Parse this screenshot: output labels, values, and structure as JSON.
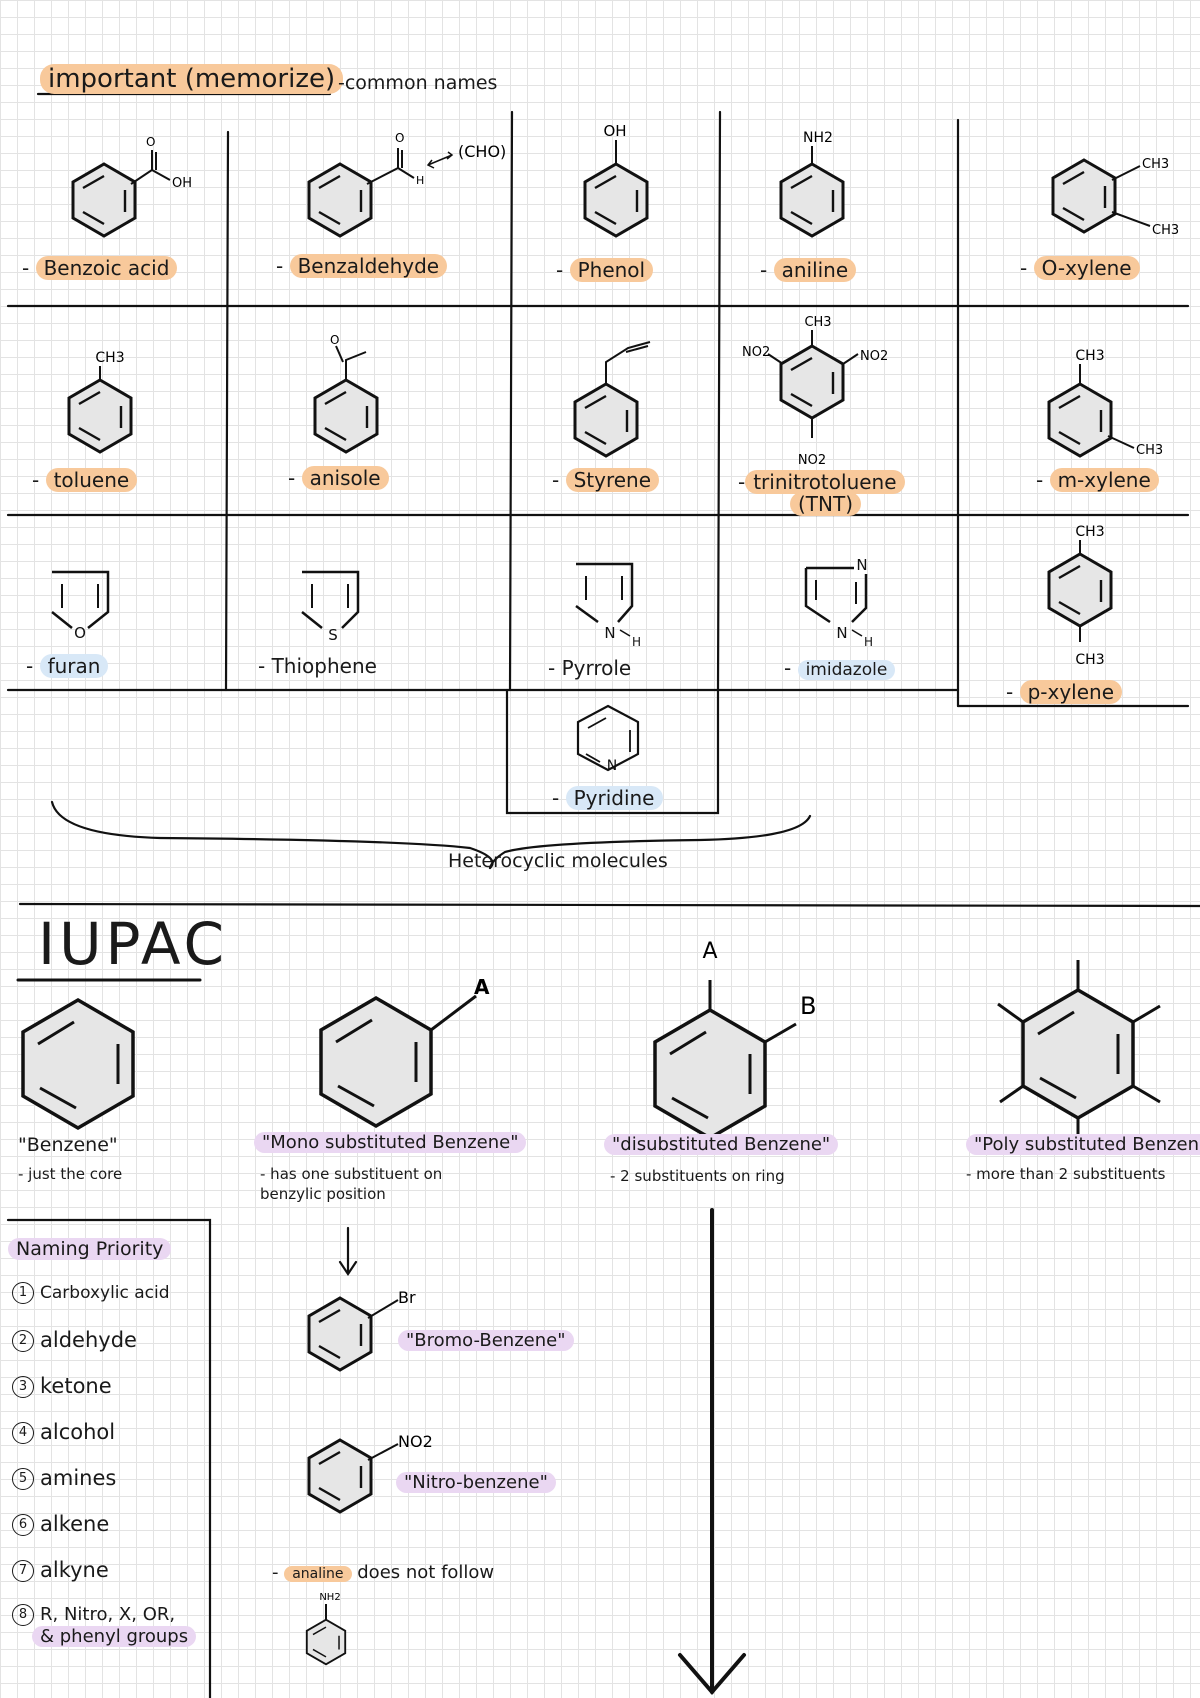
{
  "header": {
    "title": "important (memorize)",
    "subtitle": "-common names"
  },
  "common": [
    {
      "name": "Benzoic acid",
      "hl": "o",
      "labels": [
        "O",
        "OH"
      ]
    },
    {
      "name": "Benzaldehyde",
      "hl": "o",
      "labels": [
        "O",
        "H",
        "(CHO)"
      ]
    },
    {
      "name": "Phenol",
      "hl": "o",
      "labels": [
        "OH"
      ]
    },
    {
      "name": "aniline",
      "hl": "o",
      "labels": [
        "NH2"
      ]
    },
    {
      "name": "O-xylene",
      "hl": "o",
      "labels": [
        "CH3",
        "CH3"
      ]
    },
    {
      "name": "toluene",
      "hl": "o",
      "labels": [
        "CH3"
      ]
    },
    {
      "name": "anisole",
      "hl": "o",
      "labels": [
        "O"
      ]
    },
    {
      "name": "Styrene",
      "hl": "o",
      "labels": []
    },
    {
      "name": "trinitrotoluene",
      "extra": "(TNT)",
      "hl": "o",
      "labels": [
        "CH3",
        "NO2",
        "NO2",
        "NO2"
      ]
    },
    {
      "name": "m-xylene",
      "hl": "o",
      "labels": [
        "CH3",
        "CH3"
      ]
    },
    {
      "name": "furan",
      "hl": "b",
      "labels": [
        "O"
      ]
    },
    {
      "name": "Thiophene",
      "hl": "",
      "labels": [
        "S"
      ]
    },
    {
      "name": "Pyrrole",
      "hl": "",
      "labels": [
        "N",
        "H"
      ]
    },
    {
      "name": "imidazole",
      "hl": "b",
      "labels": [
        "N",
        "N",
        "H"
      ]
    },
    {
      "name": "p-xylene",
      "hl": "o",
      "labels": [
        "CH3",
        "CH3"
      ]
    },
    {
      "name": "Pyridine",
      "hl": "b",
      "labels": [
        "N"
      ]
    }
  ],
  "heterocyclic_label": "Heterocyclic molecules",
  "iupac": {
    "title": "IUPAC",
    "types": [
      {
        "name": "\"Benzene\"",
        "desc": "- just the core",
        "labels": []
      },
      {
        "name": "\"Mono substituted Benzene\"",
        "desc": "- has one substituent on benzylic position",
        "labels": [
          "A"
        ]
      },
      {
        "name": "\"disubstituted Benzene\"",
        "desc": "- 2 substituents on ring",
        "labels": [
          "A",
          "B"
        ]
      },
      {
        "name": "\"Poly substituted Benzene\"",
        "desc": "- more than 2 substituents",
        "labels": []
      }
    ],
    "examples": [
      {
        "name": "\"Bromo-Benzene\"",
        "label": "Br"
      },
      {
        "name": "\"Nitro-benzene\"",
        "label": "NO2"
      }
    ],
    "aniline_note": {
      "name": "analine",
      "text": "does not follow",
      "label": "NH2"
    }
  },
  "priority": {
    "title": "Naming Priority",
    "items": [
      {
        "num": "1",
        "label": "Carboxylic acid"
      },
      {
        "num": "2",
        "label": "aldehyde"
      },
      {
        "num": "3",
        "label": "ketone"
      },
      {
        "num": "4",
        "label": "alcohol"
      },
      {
        "num": "5",
        "label": "amines"
      },
      {
        "num": "6",
        "label": "alkene"
      },
      {
        "num": "7",
        "label": "alkyne"
      },
      {
        "num": "8",
        "label": "R, Nitro, X, OR,",
        "label2": "& phenyl groups"
      }
    ]
  },
  "colors": {
    "orange": "#f8c99b",
    "blue": "#d8e8f7",
    "purple": "#ead7f2",
    "ring_fill": "#e6e6e6"
  }
}
